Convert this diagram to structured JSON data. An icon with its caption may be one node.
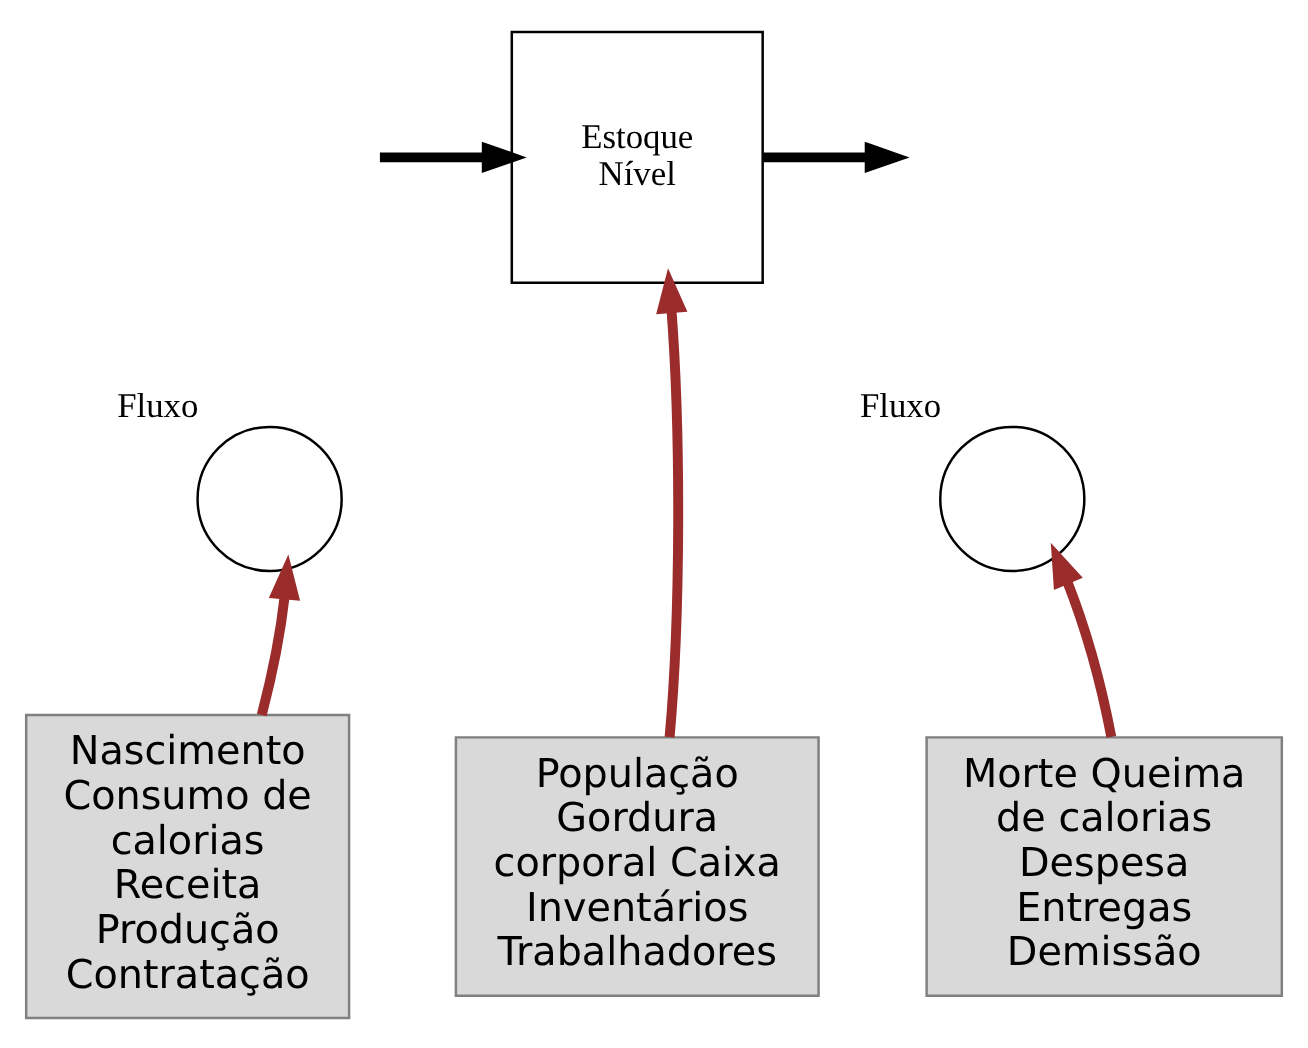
{
  "diagram": {
    "nodes": [
      {
        "text": [],
        "shape": "circle",
        "beside": [
          "Fluxo"
        ]
      },
      {
        "text": [
          "Estoque",
          "Nível"
        ]
      },
      {
        "text": [],
        "shape": "circle",
        "beside": [
          "Fluxo"
        ]
      },
      {
        "text": [
          "Nascimento Consumo de calorias Receita Produção Contratação"
        ]
      },
      {
        "text": [
          "População Gordura corporal Caixa Inventários Trabalhadores"
        ]
      },
      {
        "text": [
          "Morte Queima de calorias Despesa Entregas Demissão"
        ]
      }
    ],
    "edges": [
      {
        "from": null,
        "to": 1,
        "arrow": "to",
        "color": "#000000"
      },
      {
        "from": 1,
        "to": null,
        "arrow": "to",
        "color": "#000000"
      },
      {
        "from": 3,
        "to": 0,
        "arrow": "to"
      },
      {
        "from": 4,
        "to": 1,
        "arrow": "to"
      },
      {
        "from": 5,
        "to": 2,
        "arrow": "to"
      }
    ]
  }
}
